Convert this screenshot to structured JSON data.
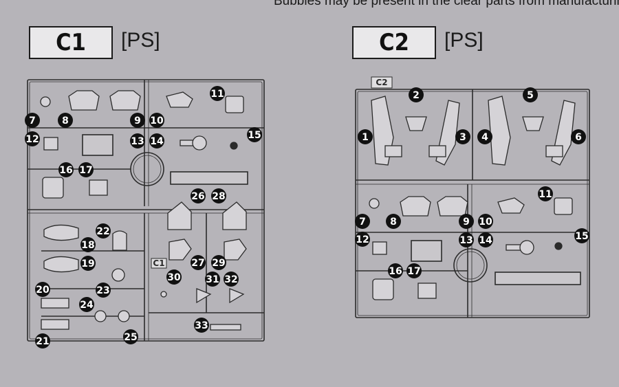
{
  "header": {
    "note": "Bubbles may be present in the clear parts from manufacturing"
  },
  "sheets": [
    {
      "id": "C1",
      "label": "C1",
      "material": "[PS]",
      "frame_tag": "C1",
      "parts": [
        {
          "n": "7"
        },
        {
          "n": "8"
        },
        {
          "n": "9"
        },
        {
          "n": "10"
        },
        {
          "n": "11"
        },
        {
          "n": "12"
        },
        {
          "n": "13"
        },
        {
          "n": "14"
        },
        {
          "n": "15"
        },
        {
          "n": "16"
        },
        {
          "n": "17"
        },
        {
          "n": "18"
        },
        {
          "n": "19"
        },
        {
          "n": "20"
        },
        {
          "n": "21"
        },
        {
          "n": "22"
        },
        {
          "n": "23"
        },
        {
          "n": "24"
        },
        {
          "n": "25"
        },
        {
          "n": "26"
        },
        {
          "n": "27"
        },
        {
          "n": "28"
        },
        {
          "n": "29"
        },
        {
          "n": "30"
        },
        {
          "n": "31"
        },
        {
          "n": "32"
        },
        {
          "n": "33"
        }
      ]
    },
    {
      "id": "C2",
      "label": "C2",
      "material": "[PS]",
      "frame_tag": "C2",
      "parts": [
        {
          "n": "1"
        },
        {
          "n": "2"
        },
        {
          "n": "3"
        },
        {
          "n": "4"
        },
        {
          "n": "5"
        },
        {
          "n": "6"
        },
        {
          "n": "7"
        },
        {
          "n": "8"
        },
        {
          "n": "9"
        },
        {
          "n": "10"
        },
        {
          "n": "11"
        },
        {
          "n": "12"
        },
        {
          "n": "13"
        },
        {
          "n": "14"
        },
        {
          "n": "15"
        },
        {
          "n": "16"
        },
        {
          "n": "17"
        }
      ]
    }
  ]
}
